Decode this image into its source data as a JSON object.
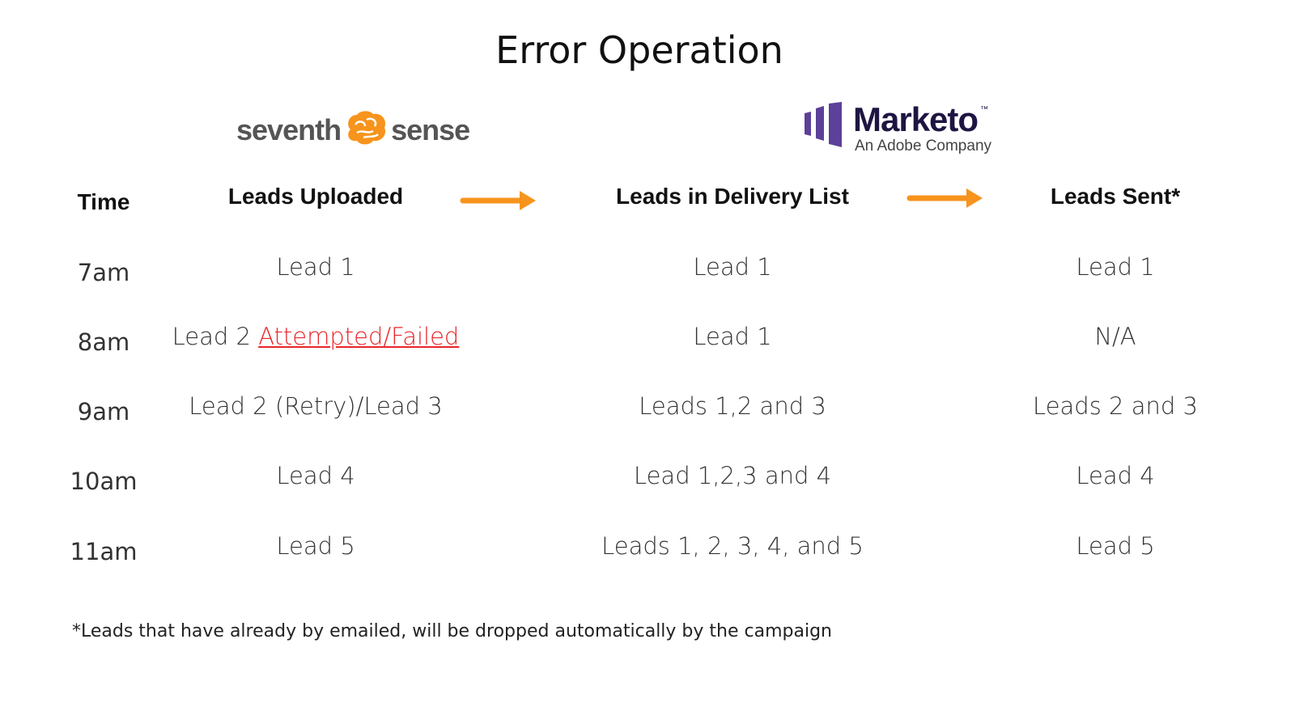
{
  "title": "Error Operation",
  "logos": {
    "seventh_sense": {
      "word1": "seventh",
      "word2": "sense",
      "color": "#555555",
      "accent": "#f7941d"
    },
    "marketo": {
      "name": "Marketo",
      "tm": "™",
      "tagline": "An Adobe Company",
      "color": "#1f1542",
      "accent": "#5c4099"
    }
  },
  "headers": {
    "time": "Time",
    "uploaded": "Leads Uploaded",
    "delivery": "Leads in Delivery List",
    "sent": "Leads Sent*"
  },
  "arrow_color": "#f7941d",
  "rows": [
    {
      "time": "7am",
      "uploaded": "Lead 1",
      "uploaded_error": "",
      "delivery": "Lead 1",
      "sent": "Lead 1"
    },
    {
      "time": "8am",
      "uploaded": "Lead 2 ",
      "uploaded_error": "Attempted/Failed",
      "delivery": "Lead 1",
      "sent": "N/A"
    },
    {
      "time": "9am",
      "uploaded": "Lead 2 (Retry)/Lead 3",
      "uploaded_error": "",
      "delivery": "Leads 1,2 and 3",
      "sent": "Leads 2 and 3"
    },
    {
      "time": "10am",
      "uploaded": "Lead 4",
      "uploaded_error": "",
      "delivery": "Lead 1,2,3 and 4",
      "sent": "Lead 4"
    },
    {
      "time": "11am",
      "uploaded": "Lead 5",
      "uploaded_error": "",
      "delivery": "Leads 1, 2, 3, 4, and 5",
      "sent": "Lead 5"
    }
  ],
  "footnote": "*Leads that have already by emailed, will be dropped automatically by the campaign"
}
